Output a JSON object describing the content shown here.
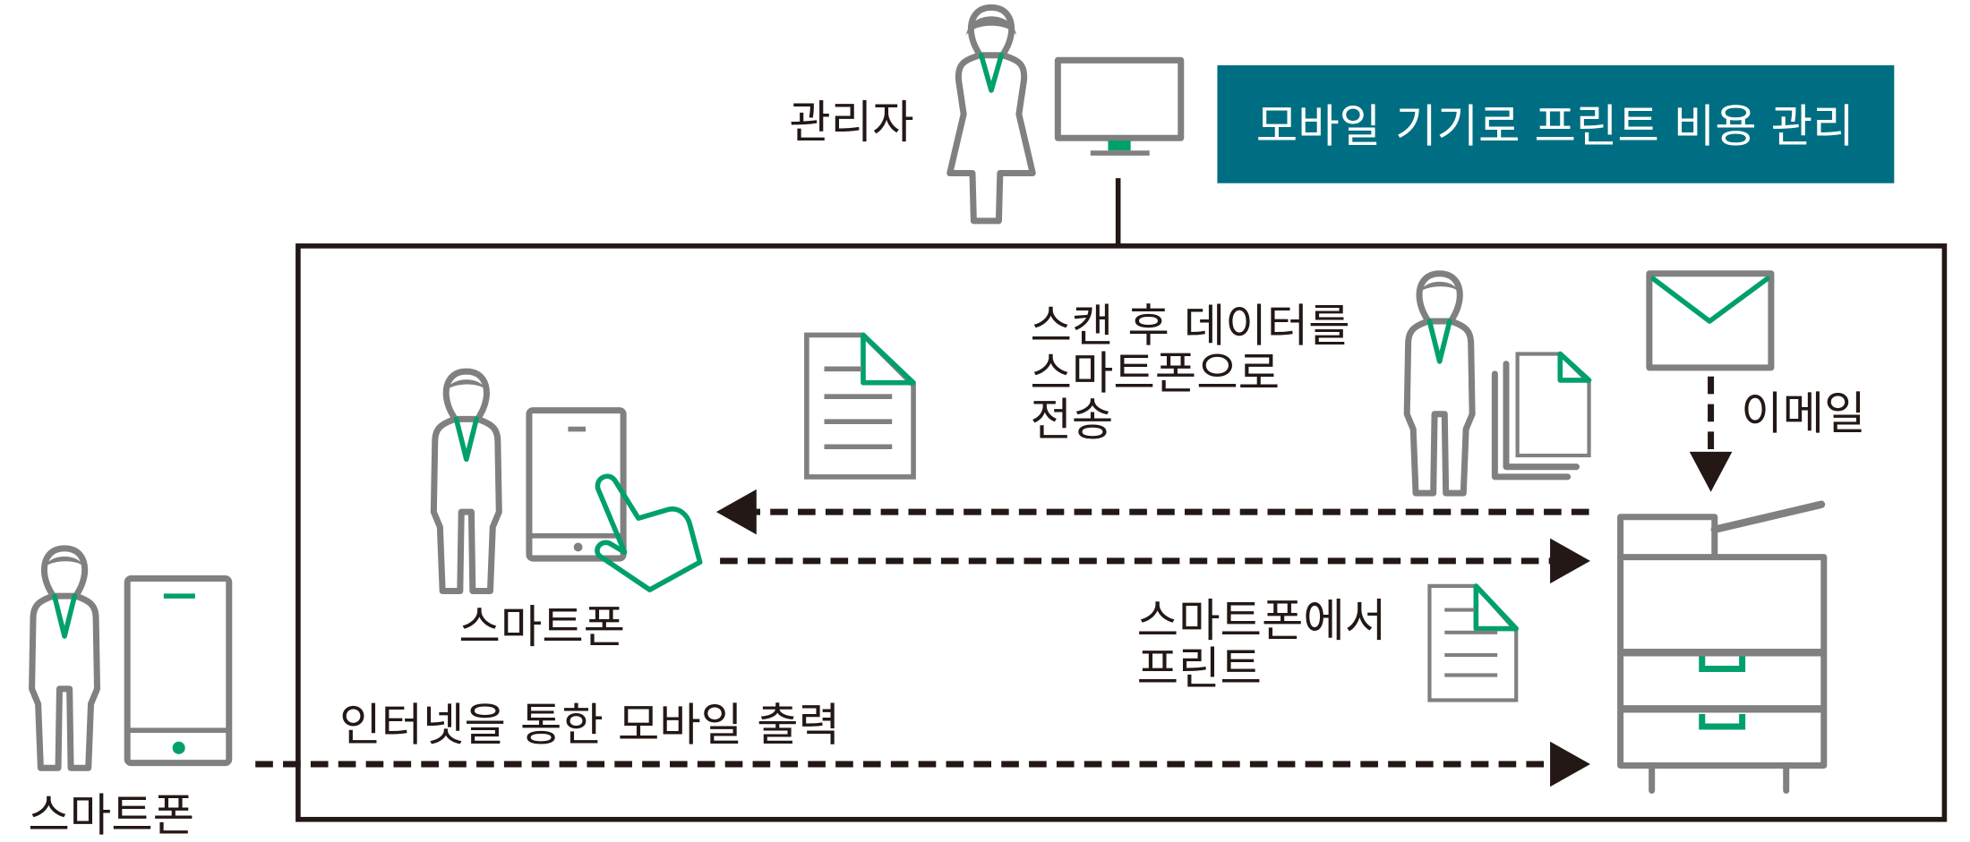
{
  "title_banner": {
    "text": "모바일 기기로 프린트 비용 관리",
    "color": "#006E82"
  },
  "labels": {
    "admin": "관리자",
    "smartphone_outside": "스마트폰",
    "smartphone_inside": "스마트폰",
    "scan_line1": "스캔 후 데이터를",
    "scan_line2": "스마트폰으로",
    "scan_line3": "전송",
    "email": "이메일",
    "print_line1": "스마트폰에서",
    "print_line2": "프린트",
    "internet": "인터넷을 통한 모바일 출력"
  },
  "colors": {
    "accent": "#00A06E",
    "icon": "#808080",
    "line": "#231815"
  },
  "icons": [
    "person-icon",
    "monitor-icon",
    "smartphone-icon",
    "tablet-touch-icon",
    "document-icon",
    "envelope-icon",
    "multifunction-printer-icon"
  ]
}
